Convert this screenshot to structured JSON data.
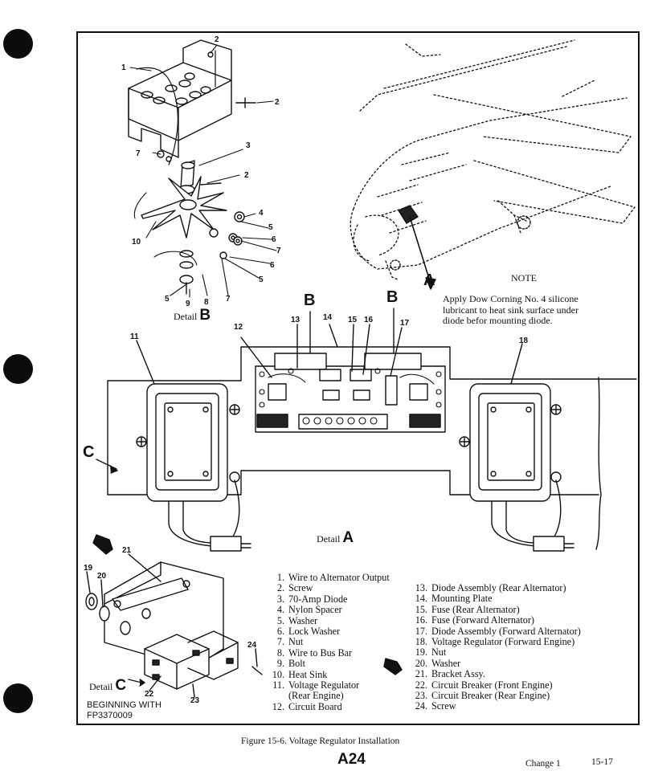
{
  "note": {
    "title": "NOTE",
    "lines": [
      "Apply Dow Corning No. 4 silicone",
      "lubricant to heat sink surface under",
      "diode befor mounting diode."
    ]
  },
  "details": {
    "a": {
      "prefix": "Detail",
      "letter": "A"
    },
    "b": {
      "prefix": "Detail",
      "letter": "B"
    },
    "c": {
      "prefix": "Detail",
      "letter": "C"
    }
  },
  "callouts": {
    "A": "A",
    "B": "B",
    "C": "C",
    "n1": "1",
    "n2": "2",
    "n3": "3",
    "n4": "4",
    "n5": "5",
    "n6": "6",
    "n7": "7",
    "n8": "8",
    "n9": "9",
    "n10": "10",
    "n11": "11",
    "n12": "12",
    "n13": "13",
    "n14": "14",
    "n15": "15",
    "n16": "16",
    "n17": "17",
    "n18": "18",
    "n19": "19",
    "n20": "20",
    "n21": "21",
    "n22": "22",
    "n23": "23",
    "n24": "24"
  },
  "legend_left": [
    {
      "num": "1.",
      "text": "Wire to Alternator Output"
    },
    {
      "num": "2.",
      "text": "Screw"
    },
    {
      "num": "3.",
      "text": "70-Amp Diode"
    },
    {
      "num": "4.",
      "text": "Nylon Spacer"
    },
    {
      "num": "5.",
      "text": "Washer"
    },
    {
      "num": "6.",
      "text": "Lock Washer"
    },
    {
      "num": "7.",
      "text": "Nut"
    },
    {
      "num": "8.",
      "text": "Wire to Bus Bar"
    },
    {
      "num": "9.",
      "text": "Bolt"
    },
    {
      "num": "10.",
      "text": "Heat Sink"
    },
    {
      "num": "11.",
      "text": "Voltage Regulator"
    },
    {
      "num": "",
      "text": "(Rear Engine)"
    },
    {
      "num": "12.",
      "text": "Circuit Board"
    }
  ],
  "legend_right": [
    {
      "num": "13.",
      "text": "Diode Assembly (Rear Alternator)"
    },
    {
      "num": "14.",
      "text": "Mounting Plate"
    },
    {
      "num": "15.",
      "text": "Fuse (Rear Alternator)"
    },
    {
      "num": "16.",
      "text": "Fuse (Forward Alternator)"
    },
    {
      "num": "17.",
      "text": "Diode Assembly (Forward Alternator)"
    },
    {
      "num": "18.",
      "text": "Voltage Regulator (Forward Engine)"
    },
    {
      "num": "19.",
      "text": "Nut"
    },
    {
      "num": "20.",
      "text": "Washer"
    },
    {
      "num": "21.",
      "text": "Bracket Assy."
    },
    {
      "num": "22.",
      "text": "Circuit Breaker (Front Engine)"
    },
    {
      "num": "23.",
      "text": "Circuit Breaker (Rear Engine)"
    },
    {
      "num": "24.",
      "text": "Screw"
    }
  ],
  "beginning": {
    "line1": "BEGINNING WITH",
    "line2": "FP3370009"
  },
  "caption": "Figure 15-6.   Voltage Regulator Installation",
  "page_code": "A24",
  "change": "Change 1",
  "page_number": "15-17"
}
